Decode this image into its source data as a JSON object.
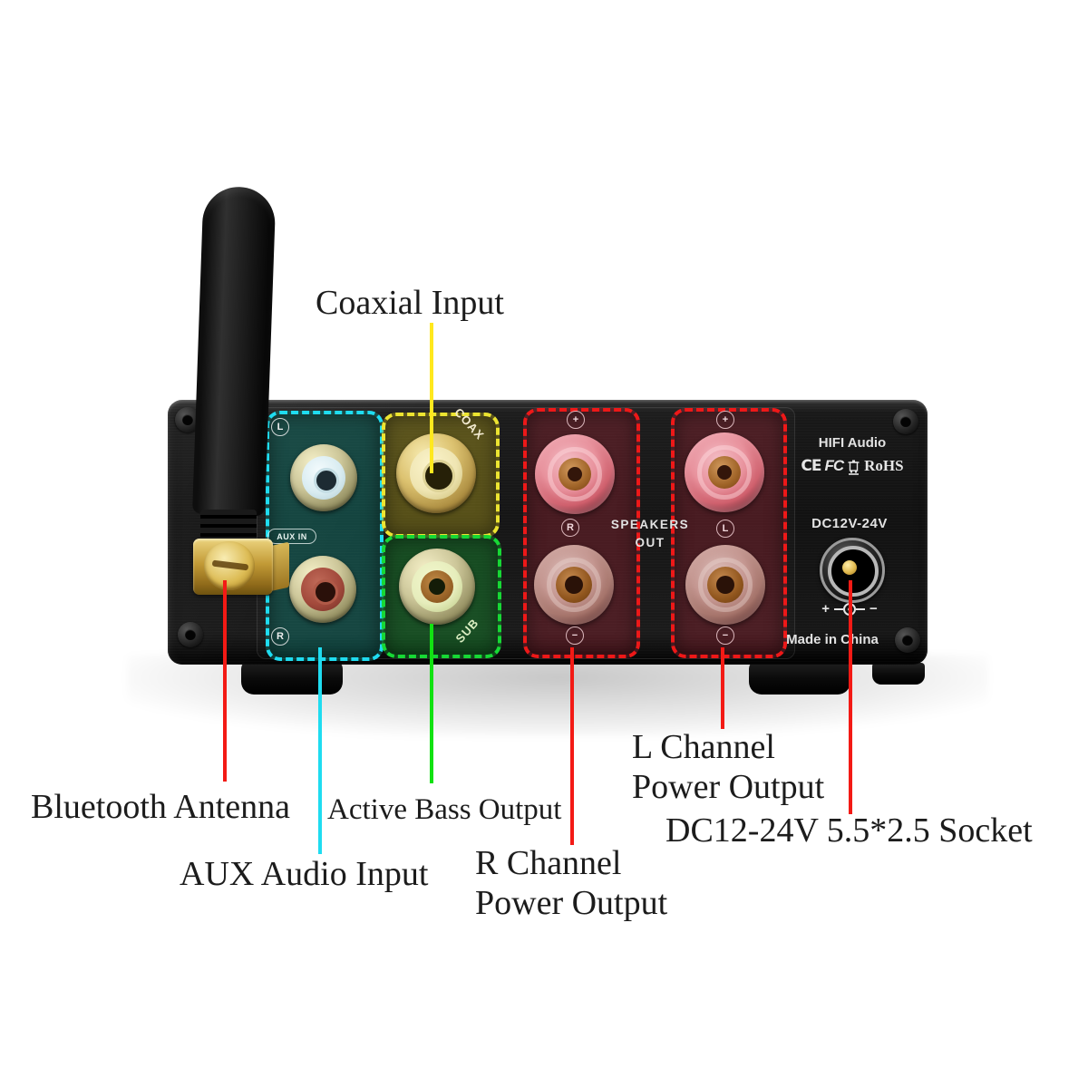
{
  "annotations": {
    "coaxial": {
      "label": "Coaxial Input",
      "line_color": "#ffe81e"
    },
    "bluetooth": {
      "label": "Bluetooth Antenna",
      "line_color": "#f31a15"
    },
    "aux": {
      "label": "AUX Audio Input",
      "line_color": "#1fdcf0"
    },
    "bass": {
      "label": "Active Bass Output",
      "line_color": "#11e211"
    },
    "r_channel": {
      "line1": "R Channel",
      "line2": "Power Output",
      "line_color": "#f31a15"
    },
    "l_channel": {
      "line1": "L Channel",
      "line2": "Power Output",
      "line_color": "#f31a15"
    },
    "dc": {
      "label": "DC12-24V 5.5*2.5 Socket",
      "line_color": "#f31a15"
    }
  },
  "panel": {
    "brand": "HIFI Audio",
    "certs": {
      "ce": "CE",
      "fcc": "FC",
      "rohs": "RoHS"
    },
    "dc_rating": "DC12V-24V",
    "made_in": "Made in China",
    "speakers_out": {
      "line1": "SPEAKERS",
      "line2": "OUT"
    },
    "aux_in": "AUX IN",
    "coax": "COAX",
    "sub": "SUB",
    "channel_left": "L",
    "channel_right": "R",
    "plus": "+",
    "minus": "−"
  },
  "region_colors": {
    "aux_input": "#1fdcf0",
    "coaxial": "#ece431",
    "subwoofer": "#17d835",
    "speaker_outputs": "#ee1818"
  }
}
